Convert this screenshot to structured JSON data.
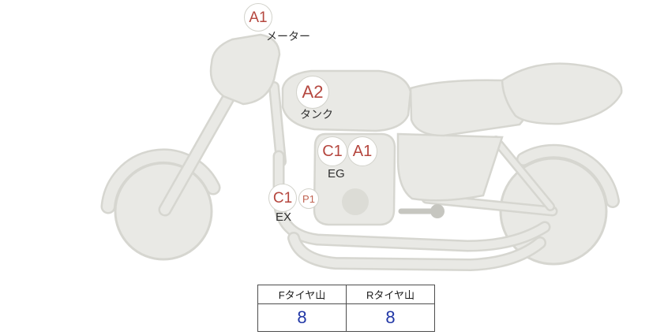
{
  "diagram": {
    "badges": {
      "meter": {
        "grade": "A1",
        "label": "メーター"
      },
      "tank": {
        "grade": "A2",
        "label": "タンク"
      },
      "engine": {
        "grade_left": "C1",
        "grade_right": "A1",
        "label": "EG"
      },
      "exhaust": {
        "grade": "C1",
        "subgrade": "P1",
        "label": "EX"
      }
    }
  },
  "tire_table": {
    "col_f": {
      "header": "Fタイヤ山",
      "value": "8"
    },
    "col_r": {
      "header": "Rタイヤ山",
      "value": "8"
    }
  },
  "colors": {
    "grade_text": "#b5473f",
    "subgrade_text": "#c06351",
    "tire_value_text": "#2137a6",
    "bike_fill": "#e9e9e5",
    "bike_stroke": "#d6d6d0",
    "table_border": "#4d4d4d"
  }
}
